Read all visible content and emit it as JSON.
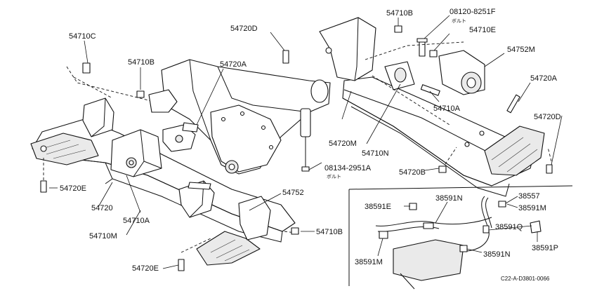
{
  "labels": {
    "p54710C": "54710C",
    "p54710B_top": "54710B",
    "p54720D_top": "54720D",
    "p54720A_left": "54720A",
    "p54710B_upper": "54710B",
    "p08120": "08120-8251F",
    "p08120_sub": "ボルト",
    "p54710E": "54710E",
    "p54752M": "54752M",
    "p54720A_right": "54720A",
    "p54720D_right": "54720D",
    "p54710A_right": "54710A",
    "p54720M": "54720M",
    "p54710N": "54710N",
    "p08134": "08134-2951A",
    "p08134_sub": "ボルト",
    "p54720B": "54720B",
    "p54720E_left": "54720E",
    "p54720": "54720",
    "p54710A_left": "54710A",
    "p54710M": "54710M",
    "p54752": "54752",
    "p54710B_bottom": "54710B",
    "p54720E_bottom": "54720E",
    "p38591E": "38591E",
    "p38591N_top": "38591N",
    "p38557": "38557",
    "p38591M_right": "38591M",
    "p38591Q": "38591Q",
    "p38591P": "38591P",
    "p38591M_left": "38591M",
    "p38591N_bottom": "38591N",
    "drawing_code": "C22-A-D3801-0066"
  }
}
